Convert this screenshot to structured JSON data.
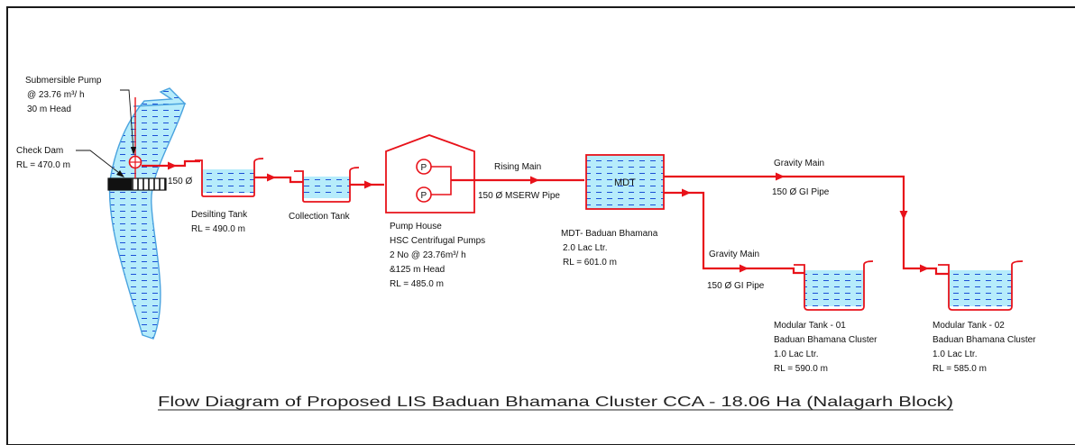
{
  "diagram": {
    "title": "Flow Diagram of Proposed LIS  Baduan Bhamana Cluster CCA - 18.06 Ha (Nalagarh Block)",
    "colors": {
      "pipe": "#e8121a",
      "water": "#b6ecfb",
      "water_lines": "#1b4fd6",
      "outline": "#1a1a1a",
      "stream_outline": "#4aa3df"
    },
    "pump_symbol_letter": "P",
    "nodes": {
      "pump": {
        "l1": "Submersible Pump",
        "l2": "@ 23.76 m³/ h",
        "l3": "30 m Head"
      },
      "dam": {
        "l1": "Check Dam",
        "l2": "RL = 470.0 m"
      },
      "desilting": {
        "l1": "Desilting Tank",
        "l2": "RL = 490.0 m"
      },
      "collection": {
        "l1": "Collection Tank"
      },
      "pumphouse": {
        "l1": "Pump House",
        "l2": "HSC Centrifugal Pumps",
        "l3": "2 No @ 23.76m³/ h",
        "l4": "&125 m Head",
        "l5": "RL = 485.0 m"
      },
      "mdt": {
        "inner": "MDT",
        "l1": "MDT- Baduan Bhamana",
        "l2": "2.0 Lac Ltr.",
        "l3": "RL = 601.0 m"
      },
      "tank1": {
        "l1": "Modular Tank - 01",
        "l2": "Baduan Bhamana Cluster",
        "l3": "1.0 Lac Ltr.",
        "l4": "RL = 590.0 m"
      },
      "tank2": {
        "l1": "Modular Tank - 02",
        "l2": "Baduan Bhamana Cluster",
        "l3": "1.0 Lac Ltr.",
        "l4": "RL = 585.0 m"
      }
    },
    "pipes": {
      "inlet": "150 Ø",
      "rising_main": "Rising Main",
      "rising_pipe": "150 Ø MSERW Pipe",
      "gravity_main_upper": "Gravity Main",
      "gravity_pipe_upper": "150 Ø GI Pipe",
      "gravity_main_lower": "Gravity Main",
      "gravity_pipe_lower": "150 Ø GI Pipe"
    }
  }
}
